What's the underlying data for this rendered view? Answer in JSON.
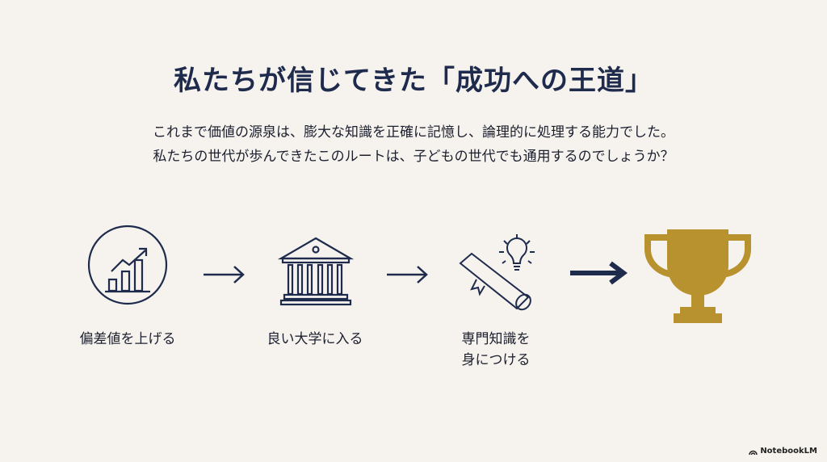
{
  "title": "私たちが信じてきた「成功への王道」",
  "subtitle_lines": [
    "これまで価値の源泉は、膨大な知識を正確に記憶し、論理的に処理する能力でした。",
    "私たちの世代が歩んできたこのルートは、子どもの世代でも通用するのでしょうか？"
  ],
  "steps": [
    {
      "label": "偏差値を上げる",
      "icon": "chart-growth-icon"
    },
    {
      "label": "良い大学に入る",
      "icon": "university-icon"
    },
    {
      "label_line1": "専門知識を",
      "label_line2": "身につける",
      "icon": "diploma-lightbulb-icon"
    },
    {
      "icon": "trophy-icon"
    }
  ],
  "branding": "NotebookLM",
  "colors": {
    "navy": "#1f2b4d",
    "gold": "#b8922e",
    "background": "#f6f3ee"
  }
}
